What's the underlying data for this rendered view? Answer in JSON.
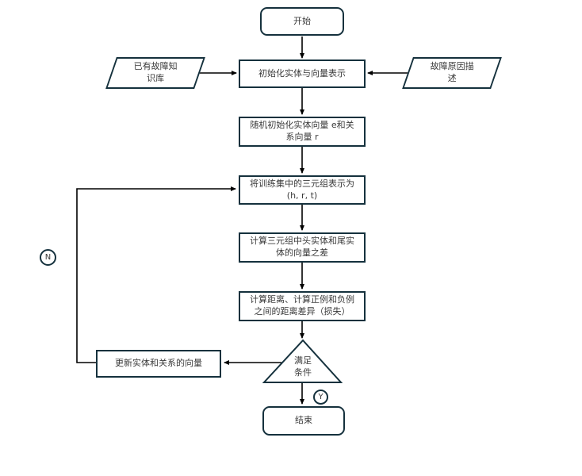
{
  "diagram": {
    "type": "flowchart",
    "nodes": {
      "start": {
        "label": "开始",
        "shape": "terminator"
      },
      "knowledge": {
        "label": "已有故障知\n识库",
        "shape": "parallelogram"
      },
      "fault_desc": {
        "label": "故障原因描\n述",
        "shape": "parallelogram"
      },
      "init": {
        "label": "初始化实体与向量表示",
        "shape": "process"
      },
      "random_init": {
        "label": "随机初始化实体向量 e和关\n系向量 r",
        "shape": "process"
      },
      "triple": {
        "label": "将训练集中的三元组表示为\n(h, r, t)",
        "shape": "process"
      },
      "vector_diff": {
        "label": "计算三元组中头实体和尾实\n体的向量之差",
        "shape": "process"
      },
      "loss": {
        "label": "计算距离、计算正例和负例\n之间的距离差异（损失）",
        "shape": "process"
      },
      "condition": {
        "label": "满足\n条件",
        "shape": "triangle"
      },
      "update": {
        "label": "更新实体和关系的向量",
        "shape": "process"
      },
      "end": {
        "label": "结束",
        "shape": "terminator"
      }
    },
    "edge_labels": {
      "no": "N",
      "yes": "Y"
    },
    "colors": {
      "shape_border": "#15313d",
      "connector": "#000000",
      "text": "#3a3a3a",
      "background": "#ffffff"
    }
  }
}
